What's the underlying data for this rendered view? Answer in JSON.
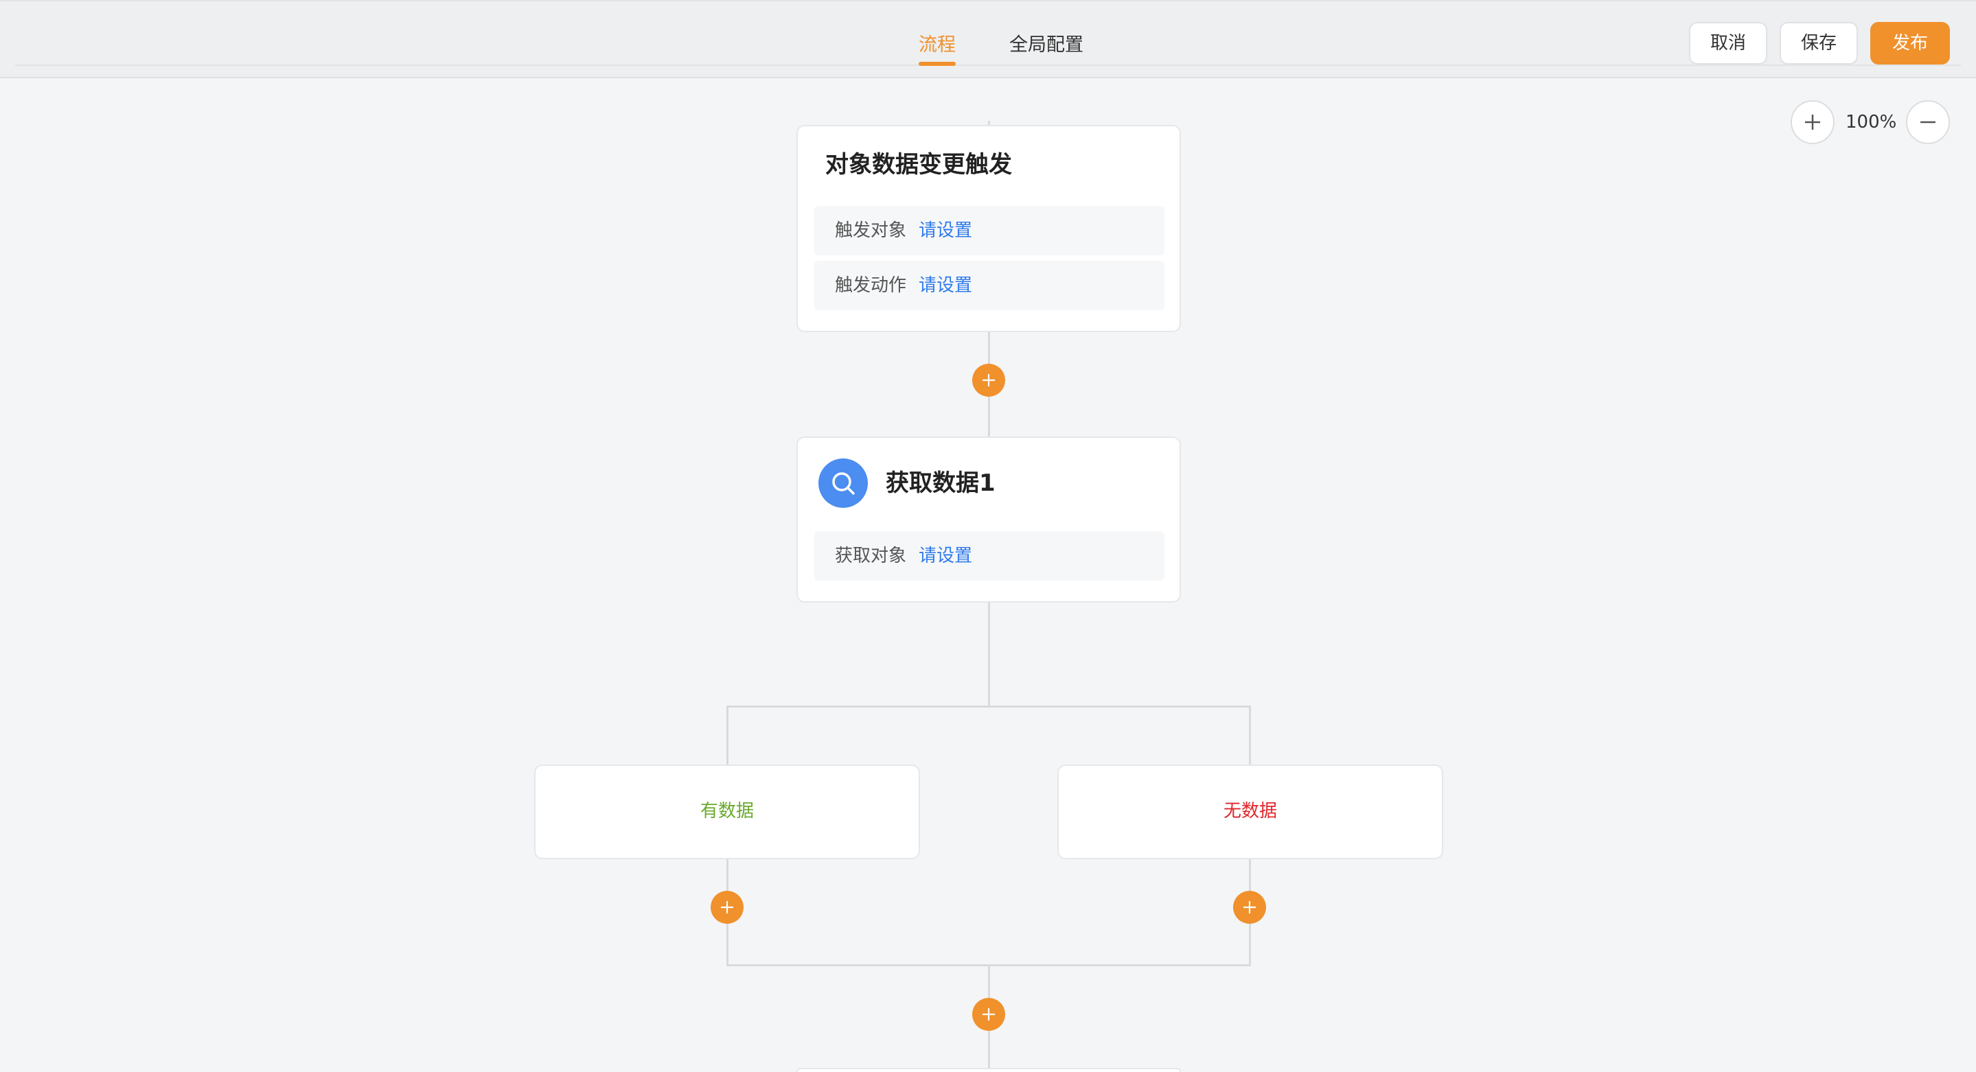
{
  "header": {
    "tabs": [
      {
        "label": "流程",
        "active": true
      },
      {
        "label": "全局配置",
        "active": false
      }
    ],
    "cancel_label": "取消",
    "save_label": "保存",
    "publish_label": "发布"
  },
  "zoom": {
    "level": "100%",
    "zoom_in_icon": "plus-icon",
    "zoom_out_icon": "minus-icon"
  },
  "flow": {
    "trigger_node": {
      "title": "对象数据变更触发",
      "rows": [
        {
          "label": "触发对象",
          "value": "请设置"
        },
        {
          "label": "触发动作",
          "value": "请设置"
        }
      ]
    },
    "fetch_node": {
      "icon": "search-icon",
      "title": "获取数据1",
      "rows": [
        {
          "label": "获取对象",
          "value": "请设置"
        }
      ]
    },
    "branches": [
      {
        "label": "有数据",
        "color": "#6aaa2c"
      },
      {
        "label": "无数据",
        "color": "#e0262a"
      }
    ],
    "add_icon": "plus-icon"
  },
  "colors": {
    "accent": "#f0912c",
    "link": "#2f7bec",
    "icon_bg": "#4b8df0"
  }
}
